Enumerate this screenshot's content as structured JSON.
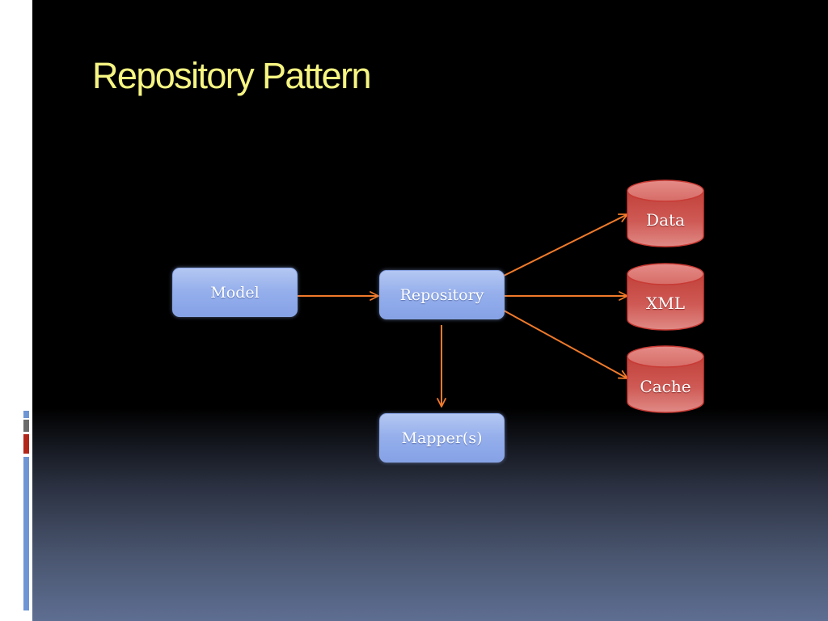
{
  "slide": {
    "title": "Repository Pattern"
  },
  "diagram": {
    "nodes": {
      "model": "Model",
      "repository": "Repository",
      "mapper": "Mapper(s)"
    },
    "stores": {
      "data": "Data",
      "xml": "XML",
      "cache": "Cache"
    },
    "edges": [
      {
        "from": "model",
        "to": "repository"
      },
      {
        "from": "repository",
        "to": "data"
      },
      {
        "from": "repository",
        "to": "xml"
      },
      {
        "from": "repository",
        "to": "cache"
      },
      {
        "from": "repository",
        "to": "mapper"
      }
    ]
  },
  "colors": {
    "title": "#f6f582",
    "arrow": "#f07a2a",
    "node_fill": "#95afec",
    "store_fill": "#c84a44",
    "accent_blue": "#6f96d4",
    "accent_red": "#b3271b"
  }
}
